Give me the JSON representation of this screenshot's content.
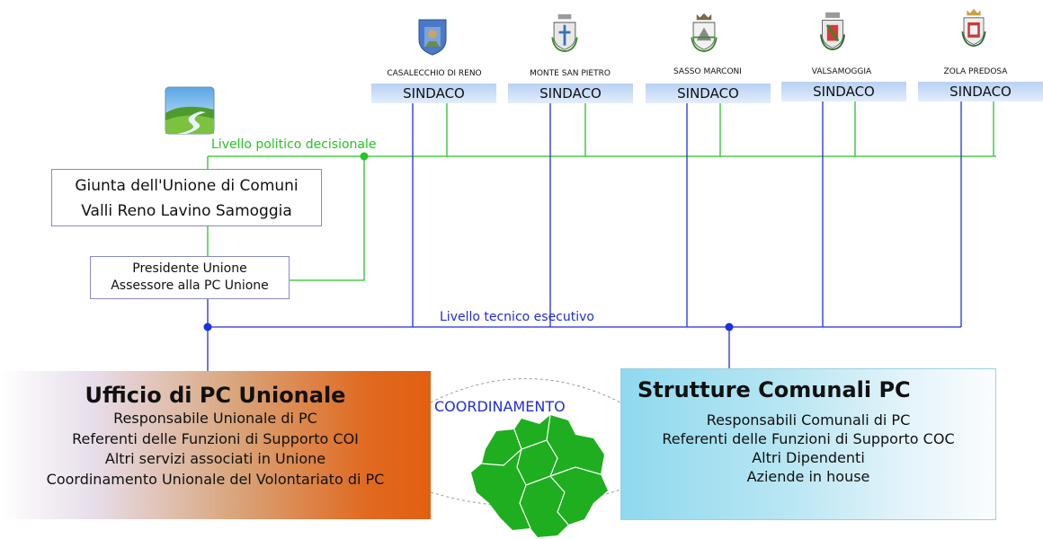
{
  "municipalities": [
    {
      "name": "CASALECCHIO DI RENO",
      "role": "SINDACO",
      "crest_icon": "crest-casalecchio-icon"
    },
    {
      "name": "MONTE SAN PIETRO",
      "role": "SINDACO",
      "crest_icon": "crest-monte-san-pietro-icon"
    },
    {
      "name": "SASSO MARCONI",
      "role": "SINDACO",
      "crest_icon": "crest-sasso-marconi-icon"
    },
    {
      "name": "VALSAMOGGIA",
      "role": "SINDACO",
      "crest_icon": "crest-valsamoggia-icon"
    },
    {
      "name": "ZOLA PREDOSA",
      "role": "SINDACO",
      "crest_icon": "crest-zola-predosa-icon"
    }
  ],
  "levels": {
    "political": "Livello politico decisionale",
    "technical": "Livello tecnico esecutivo"
  },
  "giunta": {
    "line1": "Giunta dell'Unione di Comuni",
    "line2": "Valli Reno Lavino Samoggia"
  },
  "presidente": {
    "line1": "Presidente Unione",
    "line2": "Assessore alla PC Unione"
  },
  "ufficio": {
    "title": "Ufficio di PC Unionale",
    "lines": [
      "Responsabile Unionale di PC",
      "Referenti delle Funzioni di Supporto COI",
      "Altri servizi associati in Unione",
      "Coordinamento Unionale del Volontariato di PC"
    ]
  },
  "strutture": {
    "title": "Strutture Comunali PC",
    "lines": [
      "Responsabili Comunali di PC",
      "Referenti delle Funzioni di Supporto COC",
      "Altri Dipendenti",
      "Aziende in house"
    ]
  },
  "coordination": "COORDINAMENTO",
  "colors": {
    "political_line": "#27c427",
    "technical_line": "#1f2ee0",
    "ufficio_accent": "#e25f10",
    "strutture_accent": "#8fd9ee",
    "map_fill": "#1fae1f"
  },
  "icons": {
    "union_logo": "union-logo-icon",
    "territory_map": "territory-map-icon"
  }
}
